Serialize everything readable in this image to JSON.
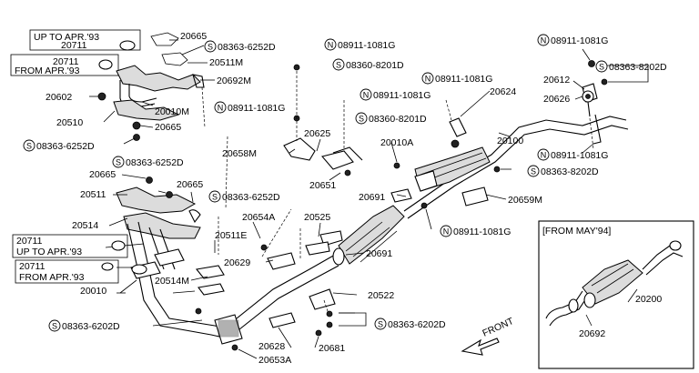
{
  "diagram": {
    "notes": {
      "up_to_apr93_top": "UP TO APR.'93",
      "from_apr93_top": "FROM APR.'93",
      "up_to_apr93_mid": "UP TO APR.'93",
      "from_apr93_mid": "FROM APR.'93",
      "from_may94": "[FROM MAY'94]",
      "front": "FRONT"
    },
    "parts": {
      "p20665_a": "20665",
      "p20711_a": "20711",
      "p20711_b": "20711",
      "p20511M": "20511M",
      "p20692M": "20692M",
      "p20602": "20602",
      "p20010M": "20010M",
      "p20510": "20510",
      "p20665_b": "20665",
      "p20665_c": "20665",
      "p20665_d": "20665",
      "p20511": "20511",
      "p20514": "20514",
      "p20711_c": "20711",
      "p20711_d": "20711",
      "p20010": "20010",
      "p20514M": "20514M",
      "p20511E": "20511E",
      "p20629": "20629",
      "p20654A": "20654A",
      "p20525": "20525",
      "p20691_a": "20691",
      "p20691_b": "20691",
      "p20658M": "20658M",
      "p20625": "20625",
      "p20651": "20651",
      "p20010A": "20010A",
      "p20624": "20624",
      "p20100": "20100",
      "p20612": "20612",
      "p20626": "20626",
      "p20659M": "20659M",
      "p20522": "20522",
      "p20628": "20628",
      "p20681": "20681",
      "p20653A": "20653A",
      "p20200": "20200",
      "p20692": "20692"
    },
    "bolts": {
      "b1": "08363-6252D",
      "b2": "08911-1081G",
      "b3": "08360-8201D",
      "b4": "08911-1081G",
      "b5": "08911-1081G",
      "b6": "08911-1081G",
      "b7": "08363-6252D",
      "b8": "08360-8201D",
      "b9": "08363-6252D",
      "b10": "08363-6252D",
      "b11": "08911-1081G",
      "b12": "08363-8202D",
      "b13": "08911-1081G",
      "b14": "08363-8202D",
      "b15": "08911-1081G",
      "b16": "08363-6202D",
      "b17": "08363-6202D"
    },
    "badge_letters": {
      "S": "S",
      "N": "N"
    }
  }
}
